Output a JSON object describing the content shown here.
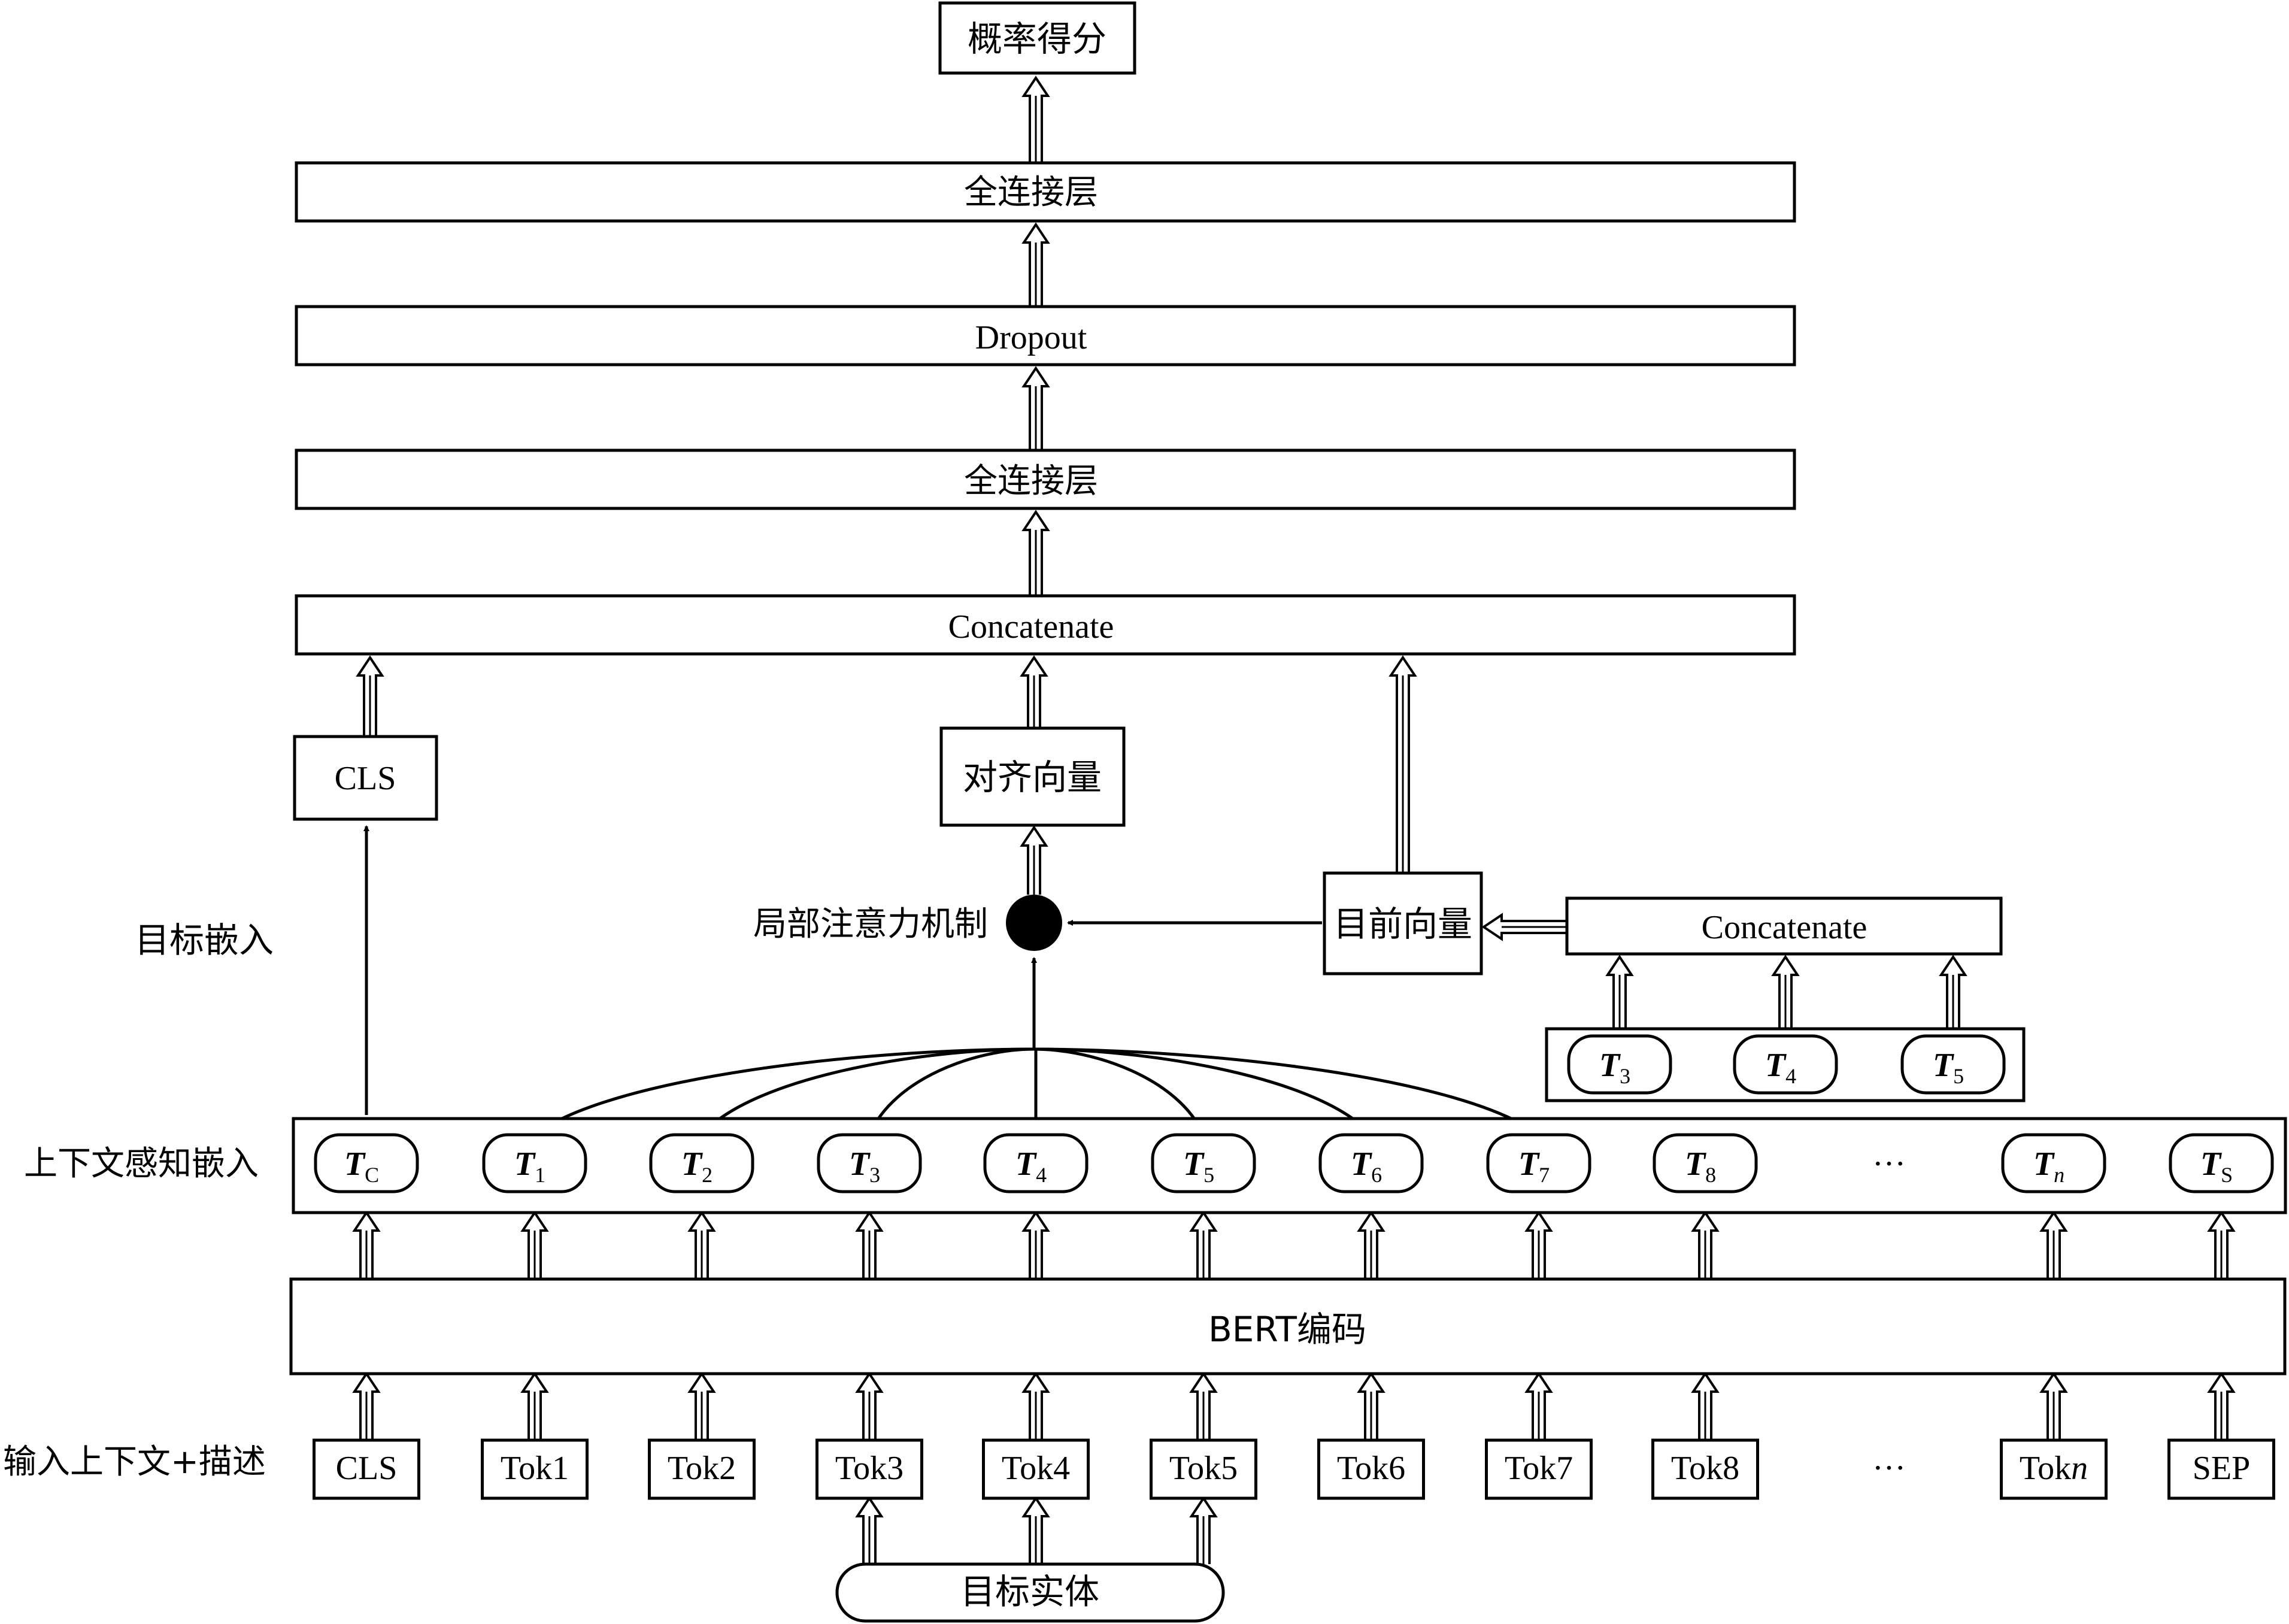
{
  "top": {
    "prob_score": "概率得分",
    "fc2": "全连接层",
    "dropout": "Dropout",
    "fc1": "全连接层",
    "concat_main": "Concatenate"
  },
  "middle": {
    "cls_box": "CLS",
    "align_vec": "对齐向量",
    "local_attention": "局部注意力机制",
    "current_vec": "目前向量",
    "concat_small": "Concatenate"
  },
  "left_labels": {
    "target_embed": "目标嵌入",
    "context_embed": "上下文感知嵌入",
    "input_label": "输入上下文+描述"
  },
  "small_tokens": [
    {
      "main": "T",
      "sub": "3"
    },
    {
      "main": "T",
      "sub": "4"
    },
    {
      "main": "T",
      "sub": "5"
    }
  ],
  "embed_tokens": [
    {
      "main": "T",
      "sub": "C"
    },
    {
      "main": "T",
      "sub": "1"
    },
    {
      "main": "T",
      "sub": "2"
    },
    {
      "main": "T",
      "sub": "3"
    },
    {
      "main": "T",
      "sub": "4"
    },
    {
      "main": "T",
      "sub": "5"
    },
    {
      "main": "T",
      "sub": "6"
    },
    {
      "main": "T",
      "sub": "7"
    },
    {
      "main": "T",
      "sub": "8"
    },
    {
      "main": "···",
      "sub": ""
    },
    {
      "main": "T",
      "sub": "n"
    },
    {
      "main": "T",
      "sub": "S"
    }
  ],
  "bert": "BERT编码",
  "input_tokens": [
    "CLS",
    "Tok1",
    "Tok2",
    "Tok3",
    "Tok4",
    "Tok5",
    "Tok6",
    "Tok7",
    "Tok8",
    "···",
    "Tok",
    "SEP"
  ],
  "tokn_suffix": "n",
  "target_entity": "目标实体"
}
